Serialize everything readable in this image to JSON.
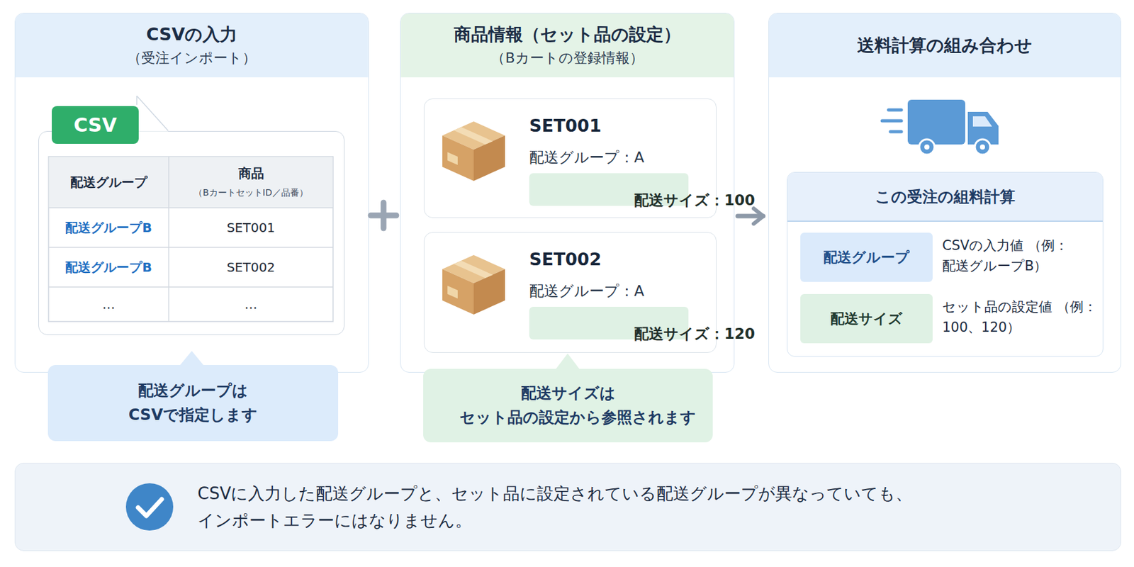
{
  "diagram": {
    "nodes": [
      {
        "text": [
          "CSVの入力",
          "（受注インポート）"
        ]
      },
      {
        "text": [
          "CSV"
        ],
        "in": 0
      },
      {
        "text": [
          "配送グループは CSVで指定します"
        ]
      },
      {
        "text": [
          "商品情報（セット品の設定）",
          "（Bカートの登録情報）"
        ]
      },
      {
        "text": [
          "SET001",
          "配送グループ：A"
        ],
        "in": 3
      },
      {
        "text": [
          "配送サイズ：100"
        ],
        "in": 4
      },
      {
        "text": [
          "SET002",
          "配送グループ：A"
        ],
        "in": 3
      },
      {
        "text": [
          "配送サイズ：120"
        ],
        "in": 6
      },
      {
        "text": [
          "配送サイズは セット品の設定から参照されます"
        ]
      },
      {
        "text": [
          "送料計算の組み合わせ"
        ]
      },
      {
        "text": [
          "この受注の組料計算"
        ],
        "in": 9
      },
      {
        "text": [
          "配送グループ"
        ],
        "in": 10
      },
      {
        "text": [
          "配送サイズ"
        ],
        "in": 10
      },
      {
        "text": [
          "CSVに入力した配送グループと、セット品に設定されている配送グループが異なっていても、 インポートエラーにはなりません。"
        ]
      }
    ],
    "edges": [
      {
        "from": 3,
        "to": 9,
        "arrow": "to"
      }
    ],
    "labels": [
      "配送グループ",
      "商品",
      "（BカートセットID／品番）",
      "配送グループB",
      "SET001",
      "配送グループB",
      "SET002",
      "…",
      "…",
      "CSVの入力値 （例：配送グループB）",
      "セット品の設定値 （例：100、120）"
    ]
  }
}
